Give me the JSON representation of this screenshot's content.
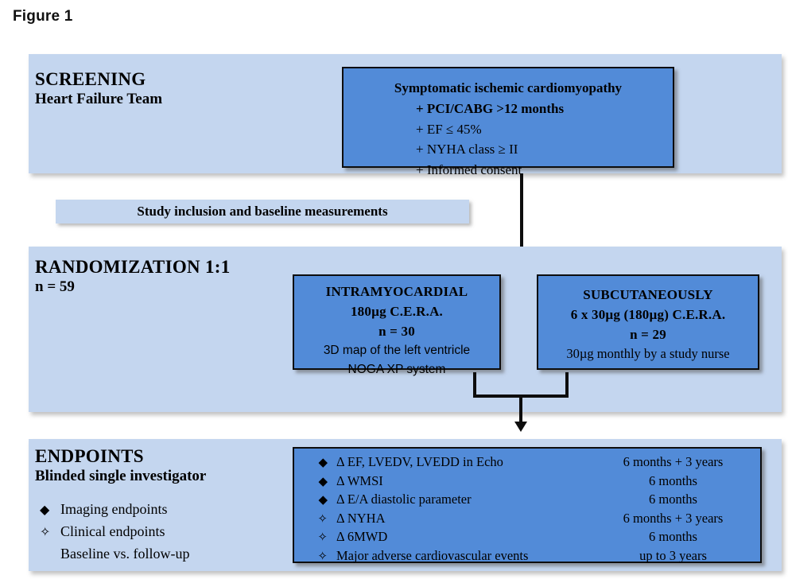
{
  "figure": {
    "title": "Figure 1"
  },
  "colors": {
    "band": "#c4d6ef",
    "box": "#528bd8",
    "stroke": "#0d0d0d"
  },
  "screening": {
    "heading": "SCREENING",
    "subheading": "Heart Failure Team",
    "criteria": [
      {
        "text": "Symptomatic ischemic cardiomyopathy",
        "bold": true,
        "indent": false
      },
      {
        "text": "+ PCI/CABG >12 months",
        "bold": true,
        "indent": true
      },
      {
        "text": "+ EF ≤ 45%",
        "bold": false,
        "indent": true
      },
      {
        "text": "+ NYHA class ≥ II",
        "bold": false,
        "indent": true
      },
      {
        "text": "+ Informed consent",
        "bold": false,
        "indent": true
      }
    ]
  },
  "inclusion_bar": {
    "label": "Study inclusion and baseline measurements"
  },
  "randomization": {
    "heading": "RANDOMIZATION 1:1",
    "subheading": "n = 59",
    "arms": [
      {
        "title": "INTRAMYOCARDIAL",
        "dose": "180µg C.E.R.A.",
        "n": "n = 30",
        "detail1": "3D map of the left ventricle",
        "detail2": "NOGA XP system"
      },
      {
        "title": "SUBCUTANEOUSLY",
        "dose": "6 x 30µg (180µg) C.E.R.A.",
        "n": "n = 29",
        "detail1": "30µg monthly by a study nurse",
        "detail2": ""
      }
    ]
  },
  "endpoints": {
    "heading": "ENDPOINTS",
    "subheading": "Blinded single investigator",
    "legend": [
      {
        "marker": "◆",
        "label": "Imaging endpoints"
      },
      {
        "marker": "✧",
        "label": "Clinical endpoints"
      }
    ],
    "legend_note": "Baseline vs. follow-up",
    "rows": [
      {
        "marker": "◆",
        "text": "Δ EF, LVEDV, LVEDD in Echo",
        "time": "6 months + 3 years"
      },
      {
        "marker": "◆",
        "text": "Δ WMSI",
        "time": "6 months"
      },
      {
        "marker": "◆",
        "text": "Δ E/A diastolic parameter",
        "time": "6 months"
      },
      {
        "marker": "✧",
        "text": "Δ NYHA",
        "time": "6 months + 3 years"
      },
      {
        "marker": "✧",
        "text": "Δ 6MWD",
        "time": "6 months"
      },
      {
        "marker": "✧",
        "text": "Major adverse cardiovascular events",
        "time": "up to 3 years"
      }
    ]
  }
}
